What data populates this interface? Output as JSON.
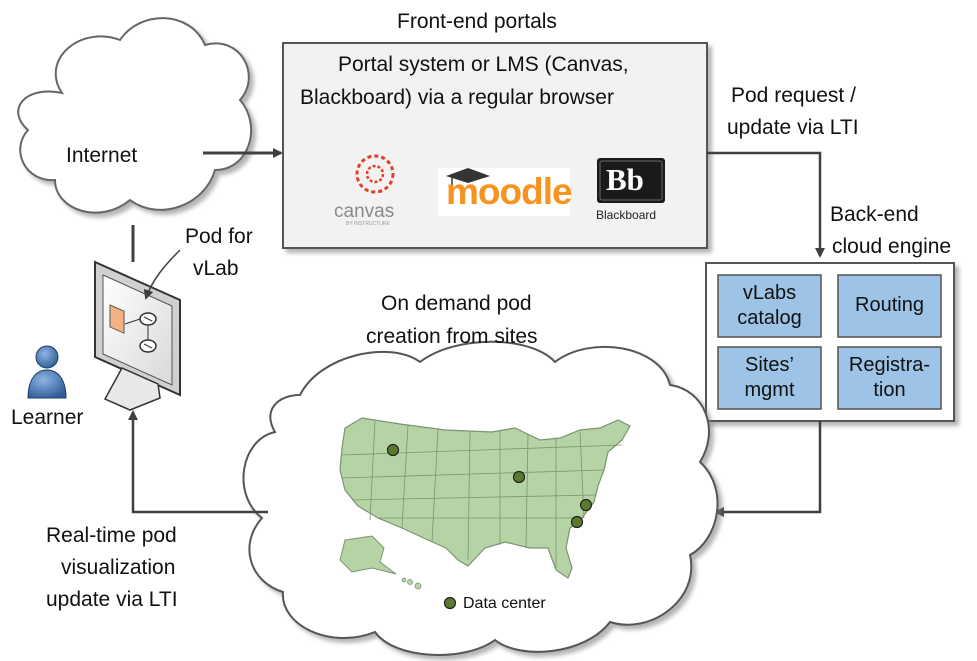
{
  "labels": {
    "frontend_title": "Front-end portals",
    "portal_line1": "Portal system or LMS (Canvas,",
    "portal_line2": "Blackboard) via a regular browser",
    "internet": "Internet",
    "pod_request_line1": "Pod request /",
    "pod_request_line2": "update via LTI",
    "backend_line1": "Back-end",
    "backend_line2": "cloud engine",
    "pod_for_line1": "Pod for",
    "pod_for_line2": "vLab",
    "learner": "Learner",
    "on_demand_line1": "On demand pod",
    "on_demand_line2": "creation from sites",
    "realtime_line1": "Real-time pod",
    "realtime_line2": "visualization",
    "realtime_line3": "update via LTI",
    "data_center": "Data center"
  },
  "logos": {
    "canvas": "canvas",
    "canvas_sub": "BY INSTRUCTURE",
    "moodle": "moodle",
    "blackboard_mark": "Bb",
    "blackboard": "Blackboard"
  },
  "engine_boxes": {
    "vlabs_line1": "vLabs",
    "vlabs_line2": "catalog",
    "routing": "Routing",
    "sites_line1": "Sites’",
    "sites_line2": "mgmt",
    "registration_line1": "Registra-",
    "registration_line2": "tion"
  },
  "colors": {
    "portal_fill": "#f2f2f2",
    "engine_fill": "#9dc3e6",
    "map_fill": "#b5d3a5",
    "dot_fill": "#5a7a2e",
    "canvas_red": "#e13f2b",
    "moodle_orange": "#f7931e",
    "learner_blue": "#4f81bd"
  }
}
